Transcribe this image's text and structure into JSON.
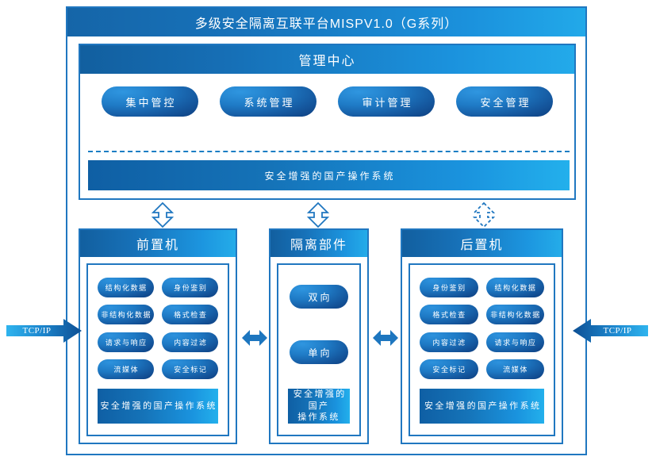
{
  "platform": {
    "title": "多级安全隔离互联平台MISPV1.0（G系列）"
  },
  "management_center": {
    "header": "管理中心",
    "buttons": [
      {
        "label": "集中管控"
      },
      {
        "label": "系统管理"
      },
      {
        "label": "审计管理"
      },
      {
        "label": "安全管理"
      }
    ],
    "os_bar": "安全增强的国产操作系统"
  },
  "vertical_arrows": [
    {
      "name": "arrow-front",
      "style": "solid"
    },
    {
      "name": "arrow-isolation",
      "style": "solid"
    },
    {
      "name": "arrow-back",
      "style": "dashed"
    }
  ],
  "machines": {
    "front": {
      "header": "前置机",
      "pills": [
        "结构化数据",
        "身份鉴别",
        "非结构化数据",
        "格式检查",
        "请求与响应",
        "内容过滤",
        "流媒体",
        "安全标记"
      ],
      "os_bar": "安全增强的国产操作系统"
    },
    "isolation": {
      "header": "隔离部件",
      "pills": [
        "双向",
        "单向"
      ],
      "os_bar": "安全增强的国产\n操作系统"
    },
    "back": {
      "header": "后置机",
      "pills": [
        "身份鉴别",
        "结构化数据",
        "格式检查",
        "非结构化数据",
        "内容过滤",
        "请求与响应",
        "安全标记",
        "流媒体"
      ],
      "os_bar": "安全增强的国产操作系统"
    }
  },
  "connectors": {
    "tcp_left": "TCP/IP",
    "tcp_right": "TCP/IP"
  },
  "colors": {
    "border": "#2077c0",
    "gradient_start": "#125f9f",
    "gradient_end": "#23aaea",
    "pill_light": "#2f96e0",
    "pill_dark": "#0e3f80",
    "background": "#ffffff",
    "text_on_blue": "#ffffff"
  }
}
